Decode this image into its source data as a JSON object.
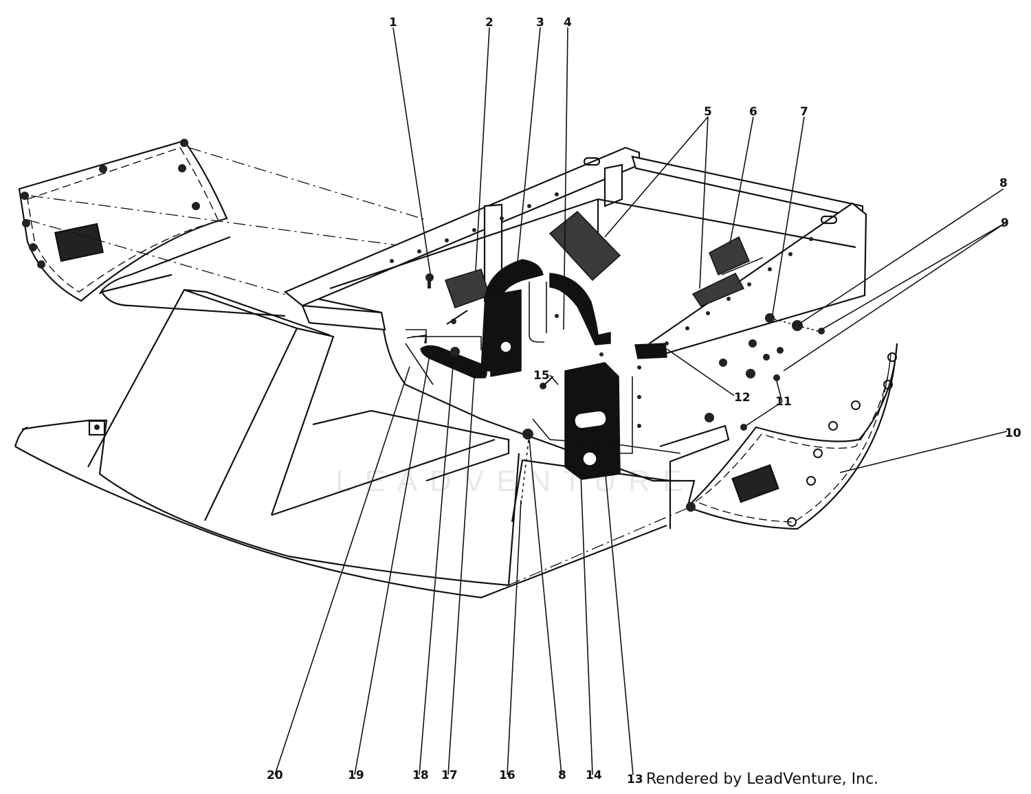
{
  "watermark": "LEADVENTURE",
  "footer": "Rendered by LeadVenture, Inc.",
  "callouts": [
    {
      "id": "c1",
      "text": "1"
    },
    {
      "id": "c2",
      "text": "2"
    },
    {
      "id": "c3",
      "text": "3"
    },
    {
      "id": "c4",
      "text": "4"
    },
    {
      "id": "c5",
      "text": "5"
    },
    {
      "id": "c6",
      "text": "6"
    },
    {
      "id": "c7",
      "text": "7"
    },
    {
      "id": "c8",
      "text": "8"
    },
    {
      "id": "c9",
      "text": "9"
    },
    {
      "id": "c10",
      "text": "10"
    },
    {
      "id": "c11",
      "text": "11"
    },
    {
      "id": "c12",
      "text": "12"
    },
    {
      "id": "c13",
      "text": "13"
    },
    {
      "id": "c14",
      "text": "14"
    },
    {
      "id": "c15",
      "text": "15"
    },
    {
      "id": "c16",
      "text": "16"
    },
    {
      "id": "c17",
      "text": "17"
    },
    {
      "id": "c18",
      "text": "18"
    },
    {
      "id": "c19",
      "text": "19"
    },
    {
      "id": "c20",
      "text": "20"
    },
    {
      "id": "c8b",
      "text": "8"
    }
  ]
}
